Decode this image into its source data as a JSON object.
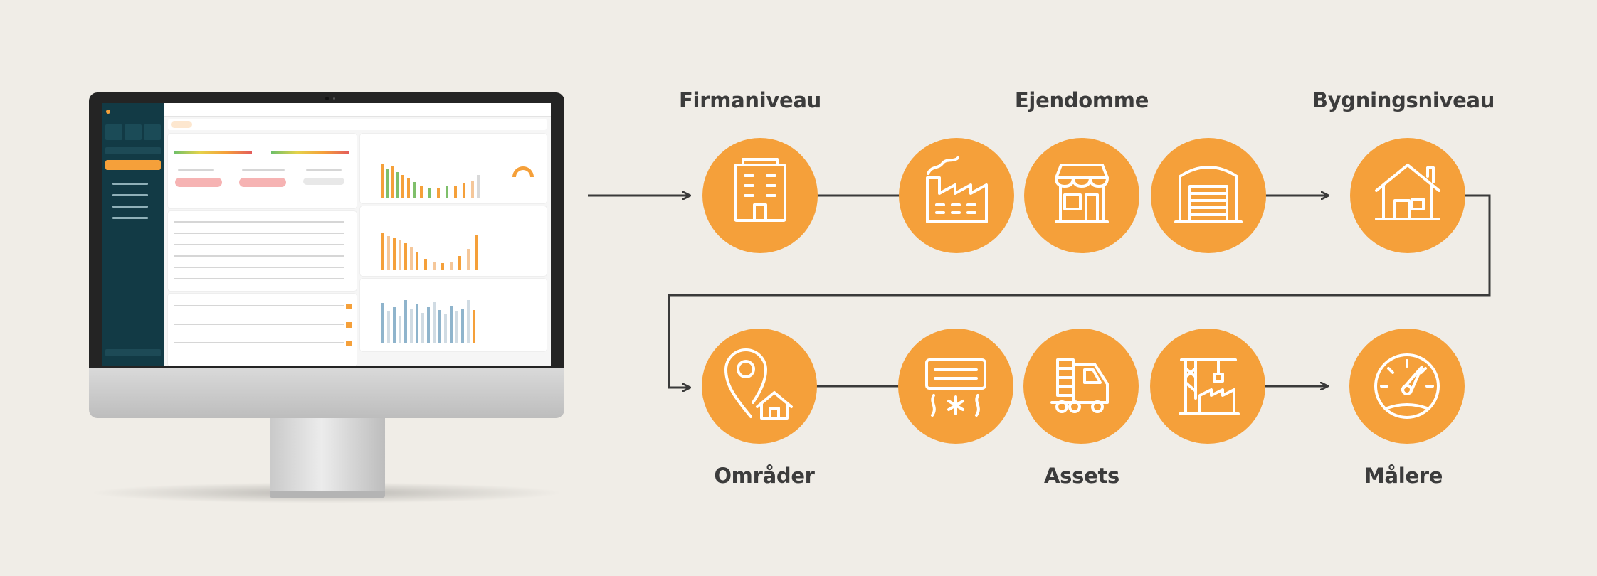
{
  "diagram": {
    "labels": {
      "firmaniveau": "Firmaniveau",
      "ejendomme": "Ejendomme",
      "bygningsniveau": "Bygningsniveau",
      "omraader": "Områder",
      "assets": "Assets",
      "maalere": "Målere"
    },
    "icons": {
      "row1": [
        "office-building-icon",
        "factory-icon",
        "shop-icon",
        "warehouse-icon",
        "house-icon"
      ],
      "row2": [
        "location-house-icon",
        "air-conditioner-icon",
        "truck-icon",
        "crane-icon",
        "gauge-icon"
      ]
    },
    "colors": {
      "accent": "#f5a03a",
      "background": "#f0ede7",
      "line": "#3a3a3a",
      "text": "#3c3c3c"
    }
  }
}
